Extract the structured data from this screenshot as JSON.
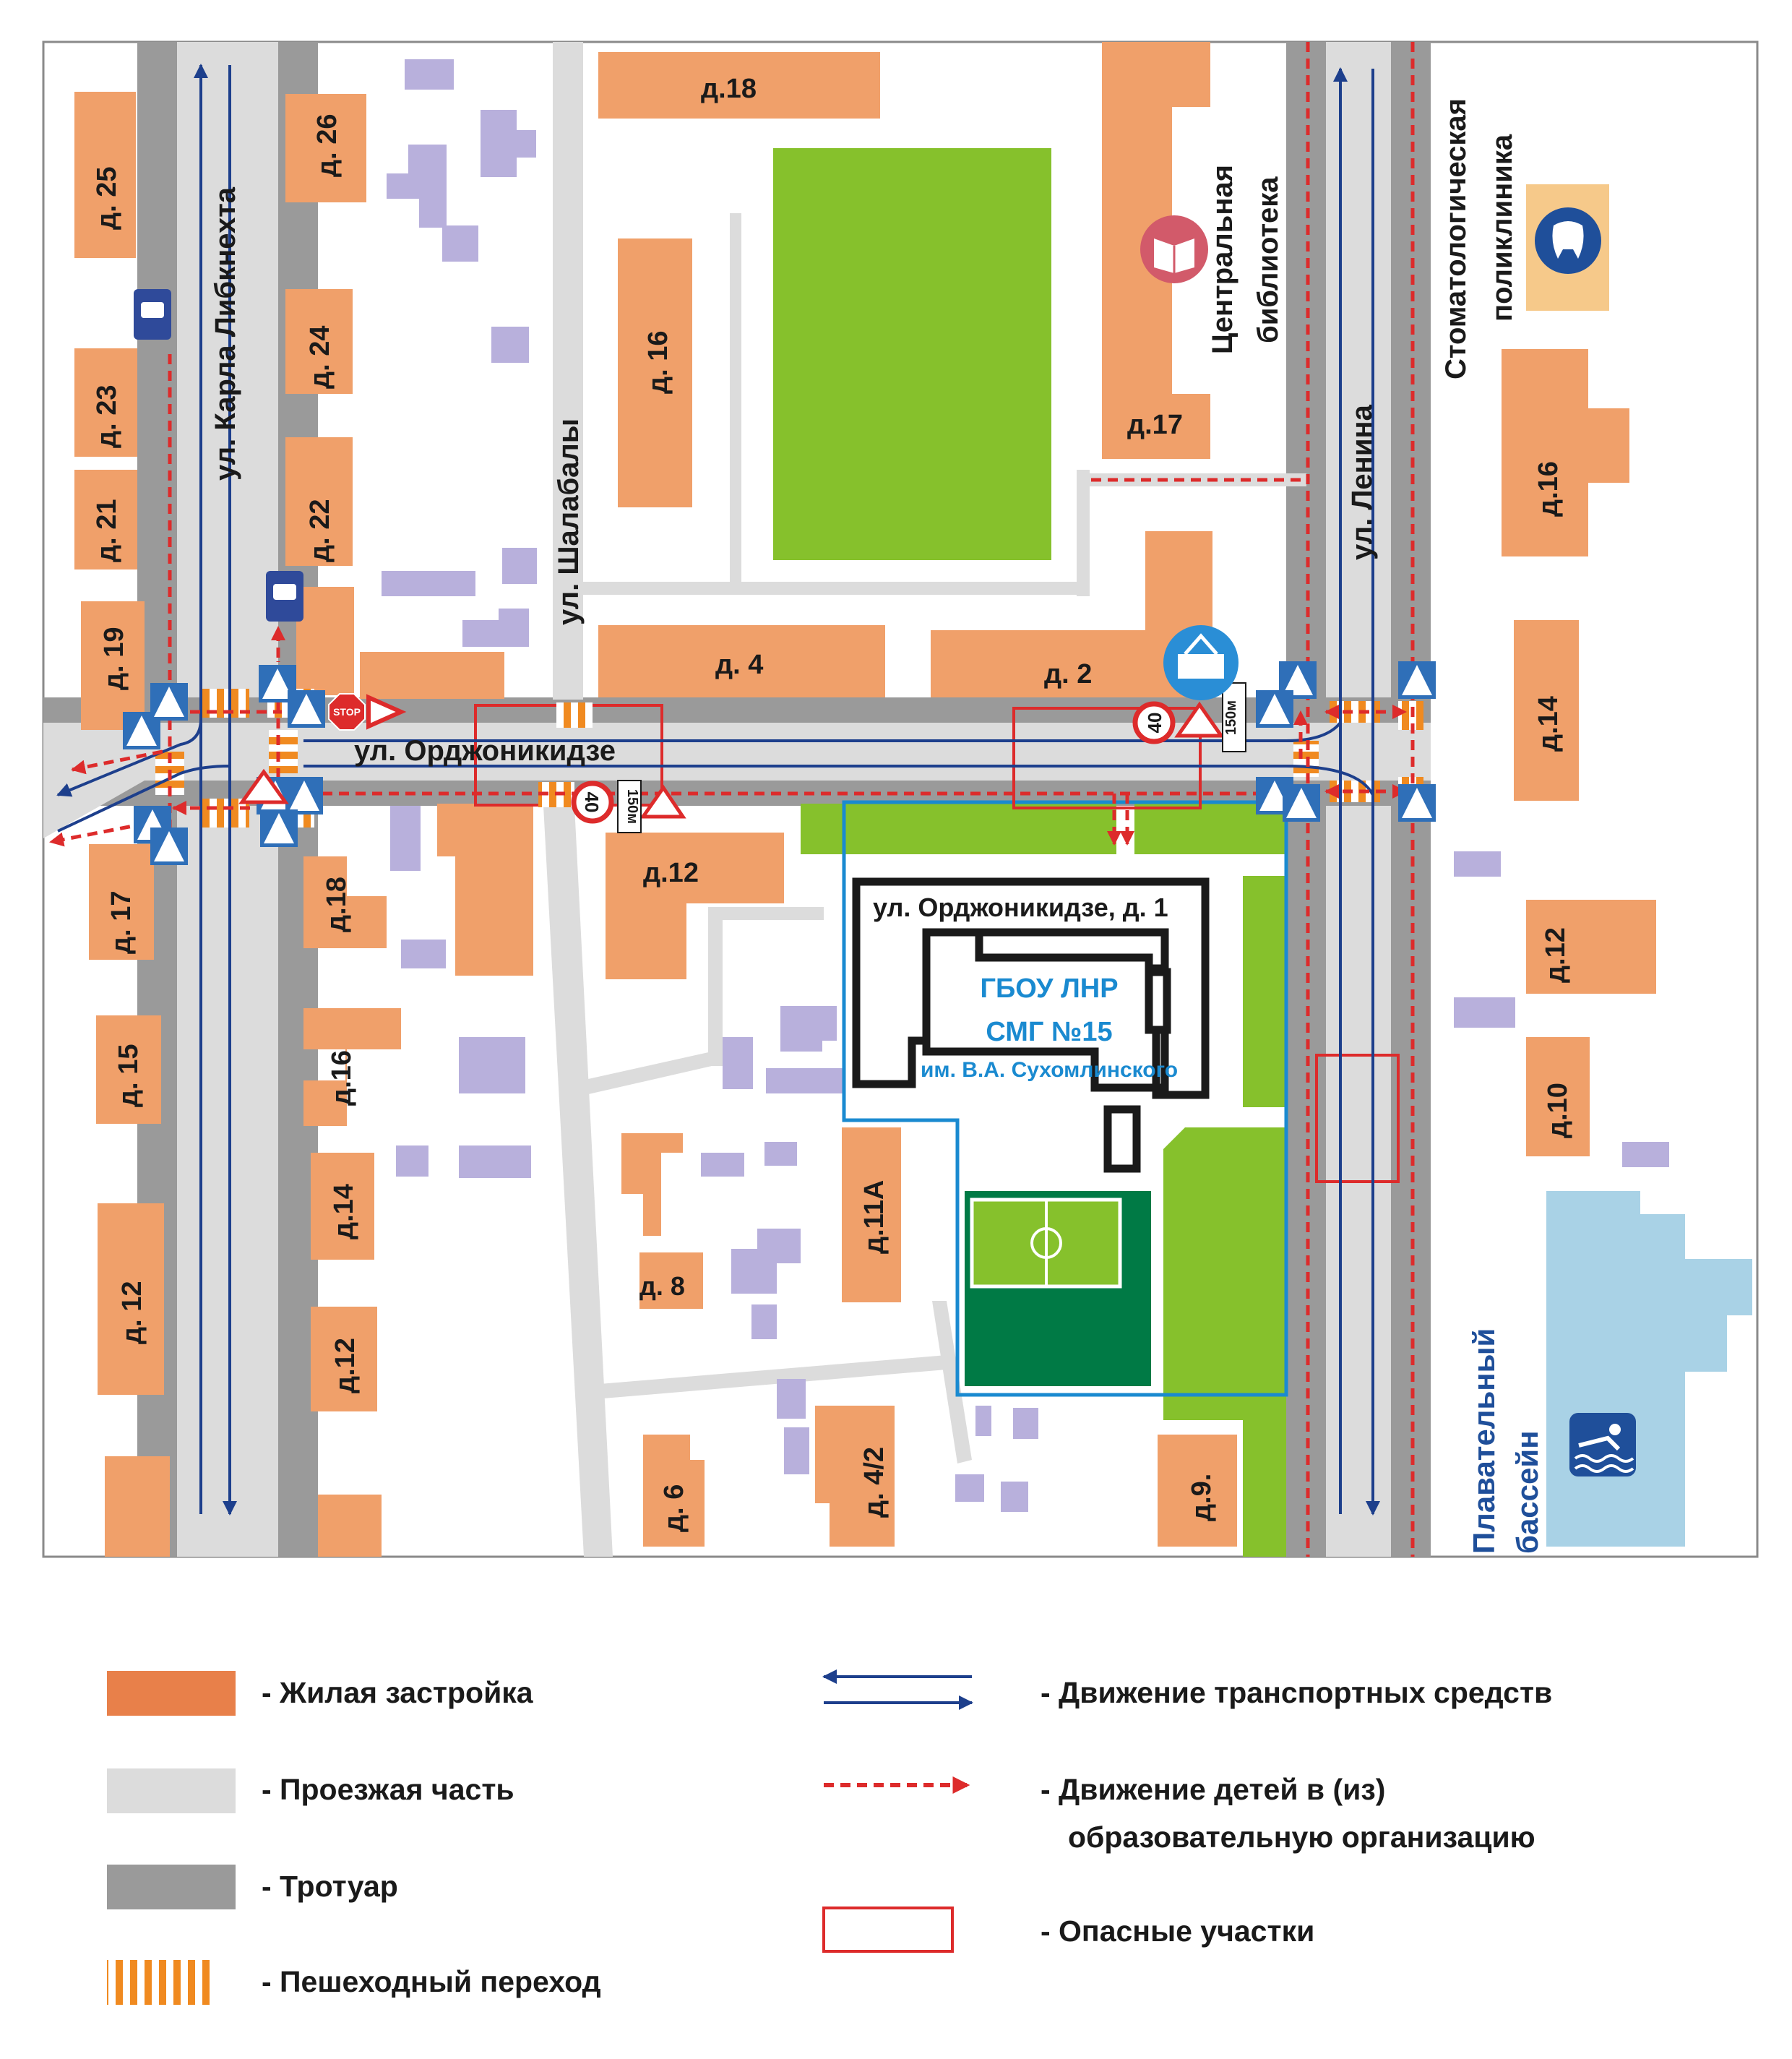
{
  "streets": {
    "liebknecht": "ул. Карла Либкнехта",
    "lenina": "ул. Ленина",
    "shalabaly": "ул. Шалабалы",
    "ordzhonikidze": "ул. Орджоникидзе"
  },
  "houses": {
    "d25": "д. 25",
    "d26": "д. 26",
    "d18_top": "д.18",
    "d16_mid": "д. 16",
    "d17_lib": "д.17",
    "d16_right": "д.16",
    "d23": "д. 23",
    "d24": "д. 24",
    "d21": "д. 21",
    "d22": "д. 22",
    "d19": "д. 19",
    "d4": "д. 4",
    "d2": "д. 2",
    "d14_right": "д.14",
    "d17_left": "д. 17",
    "d18_left": "д.18",
    "d12_mid": "д.12",
    "d12_right": "д.12",
    "d15": "д. 15",
    "d16_left": "д.16",
    "d10": "д.10",
    "d14_left": "д.14",
    "d11a": "д.11А",
    "d12_left": "д. 12",
    "d12_left2": "д.12",
    "d8": "д. 8",
    "d6": "д. 6",
    "d42": "д. 4/2",
    "d9": "д.9."
  },
  "places": {
    "library_line1": "Центральная",
    "library_line2": "библиотека",
    "clinic_line1": "Стоматологическая",
    "clinic_line2": "поликлиника",
    "pool_line1": "Плавательный",
    "pool_line2": "бассейн"
  },
  "school": {
    "address": "ул. Орджоникидзе, д. 1",
    "name_line1": "ГБОУ ЛНР",
    "name_line2": "СМГ №15",
    "name_line3": "им. В.А. Сухомлинского"
  },
  "signs": {
    "speed": "40",
    "distance": "150м",
    "stop": "STOP"
  },
  "legend": {
    "residential": "-  Жилая застройка",
    "roadway": "-  Проезжая часть",
    "sidewalk": "-  Тротуар",
    "crossing": "-  Пешеходный переход",
    "traffic": "-  Движение транспортных средств",
    "children_line1": "-  Движение детей в (из)",
    "children_line2": "образовательную организацию",
    "danger": "-  Опасные участки"
  },
  "colors": {
    "residential": "#f0a06a",
    "other_building": "#b8b0dc",
    "roadway": "#dcdcdc",
    "sidewalk": "#9a9a9a",
    "green": "#86c12c",
    "field": "#007a45",
    "traffic_arrow": "#1d3f8c",
    "children_arrow": "#dd2b2b",
    "danger": "#dd2b2b",
    "school_border": "#1a8ad0",
    "pool": "#a9d2e6",
    "crossing": "#f08a20",
    "legend_residential": "#e8804a"
  }
}
